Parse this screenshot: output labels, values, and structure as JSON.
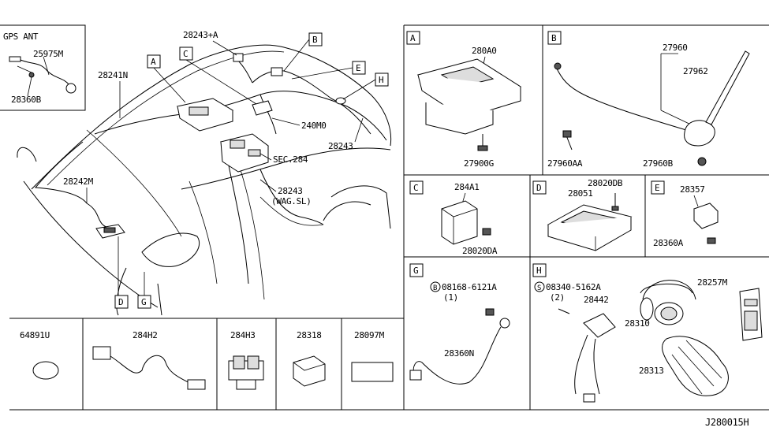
{
  "diagram_id": "J280015H",
  "main": {
    "parts": {
      "p28243a": "28243+A",
      "p28241n": "28241N",
      "p240m0": "240M0",
      "p28243": "28243",
      "sec284": "SEC.284",
      "p28243w": "28243",
      "wagsl": "(WAG.SL)",
      "p28242m": "28242M"
    },
    "callouts": [
      "A",
      "B",
      "C",
      "D",
      "E",
      "G",
      "H"
    ]
  },
  "gps_inset": {
    "title": "GPS ANT",
    "parts": [
      "25975M",
      "28360B"
    ]
  },
  "panels": {
    "A": {
      "letter": "A",
      "parts": [
        "280A0",
        "27900G"
      ]
    },
    "B": {
      "letter": "B",
      "parts": [
        "27960",
        "27962",
        "27960AA",
        "27960B"
      ]
    },
    "C": {
      "letter": "C",
      "parts": [
        "284A1",
        "28020DA"
      ]
    },
    "D": {
      "letter": "D",
      "parts": [
        "28020DB",
        "28051"
      ]
    },
    "E": {
      "letter": "E",
      "parts": [
        "28357",
        "28360A"
      ]
    },
    "G": {
      "letter": "G",
      "parts": [
        "08168-6121A",
        "(1)",
        "28360N"
      ],
      "bolt_symbol": "B"
    },
    "H": {
      "letter": "H",
      "parts": [
        "08340-5162A",
        "(2)",
        "28442",
        "28310",
        "28257M",
        "28313"
      ],
      "screw_symbol": "S"
    }
  },
  "bottom_row": [
    "64891U",
    "284H2",
    "284H3",
    "28318",
    "28097M"
  ]
}
